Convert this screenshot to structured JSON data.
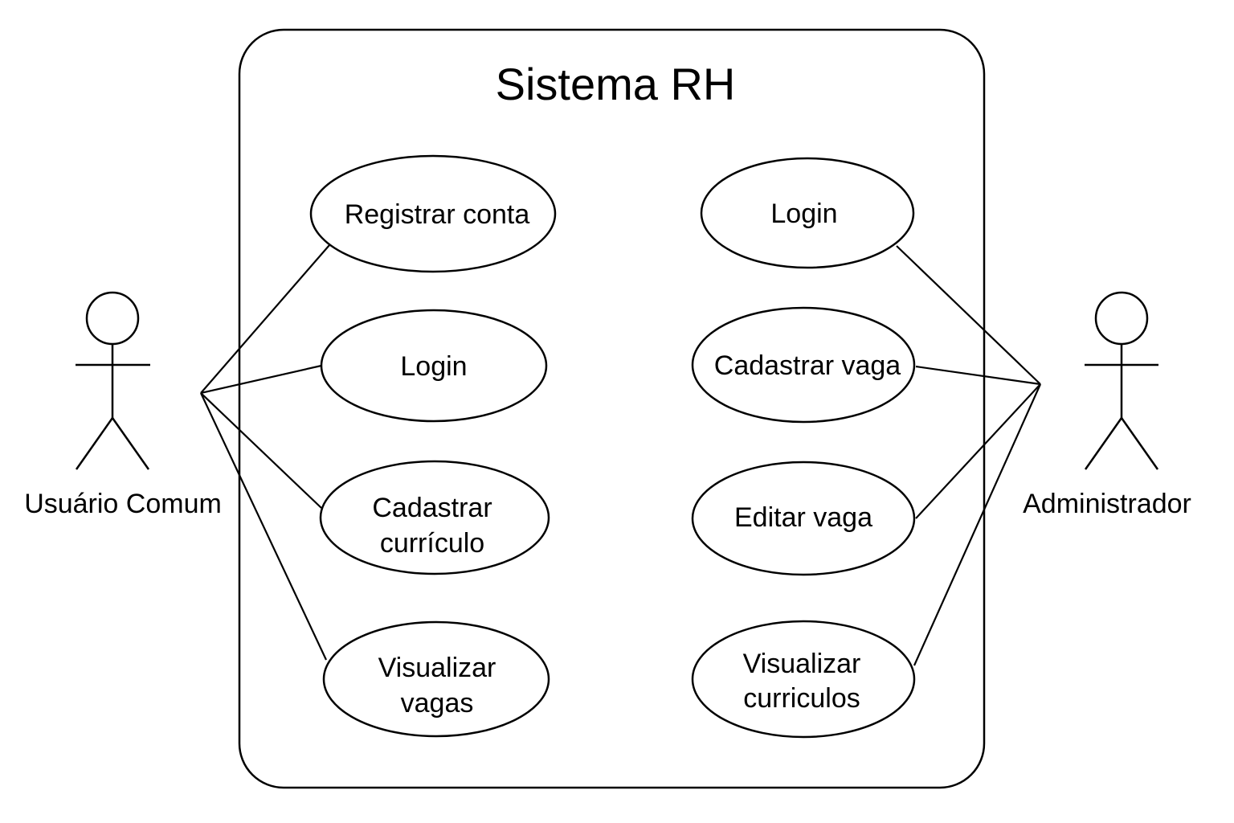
{
  "system": {
    "title": "Sistema RH"
  },
  "actors": {
    "user": {
      "label": "Usuário Comum"
    },
    "admin": {
      "label": "Administrador"
    }
  },
  "use_cases": {
    "registrar_conta": {
      "line1": "Registrar conta"
    },
    "login_user": {
      "line1": "Login"
    },
    "cadastrar_curriculo": {
      "line1": "Cadastrar",
      "line2": "currículo"
    },
    "visualizar_vagas": {
      "line1": "Visualizar",
      "line2": "vagas"
    },
    "login_admin": {
      "line1": "Login"
    },
    "cadastrar_vaga": {
      "line1": "Cadastrar vaga"
    },
    "editar_vaga": {
      "line1": "Editar vaga"
    },
    "visualizar_curriculos": {
      "line1": "Visualizar",
      "line2": "curriculos"
    }
  },
  "colors": {
    "stroke": "#000000",
    "background": "#ffffff"
  }
}
